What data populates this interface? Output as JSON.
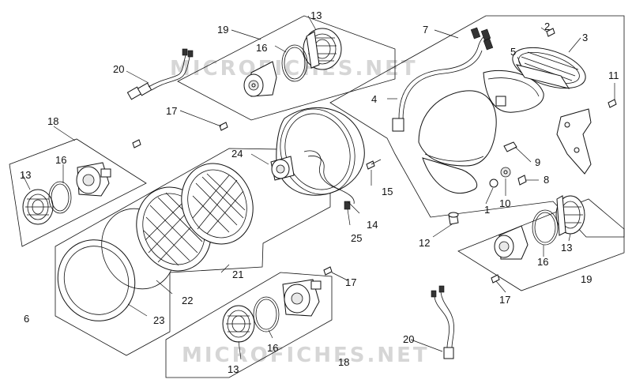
{
  "watermark": "MICROFICHES.NET",
  "callouts": {
    "c1": "1",
    "c2": "2",
    "c3": "3",
    "c4": "4",
    "c5": "5",
    "c6": "6",
    "c7": "7",
    "c8": "8",
    "c9": "9",
    "c10": "10",
    "c11": "11",
    "c12": "12",
    "c13a": "13",
    "c13b": "13",
    "c13c": "13",
    "c13d": "13",
    "c14": "14",
    "c15": "15",
    "c16a": "16",
    "c16b": "16",
    "c16c": "16",
    "c16d": "16",
    "c17a": "17",
    "c17b": "17",
    "c17c": "17",
    "c18a": "18",
    "c18b": "18",
    "c19a": "19",
    "c19b": "19",
    "c20a": "20",
    "c20b": "20",
    "c21": "21",
    "c22": "22",
    "c23": "23",
    "c24": "24",
    "c25": "25"
  }
}
